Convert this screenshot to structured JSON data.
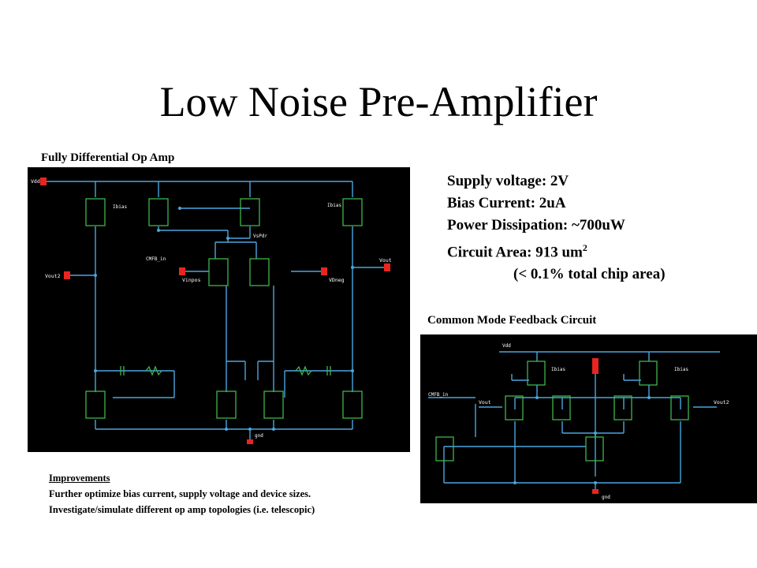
{
  "title": "Low Noise Pre-Amplifier",
  "opamp": {
    "caption": "Fully Differential Op Amp",
    "labels": {
      "vdd": "Vdd",
      "ibias_l": "Ibias",
      "ibias_r": "Ibias",
      "vsp": "VsPdr",
      "cmfb_in": "CMFB_in",
      "vinp": "Vinpos",
      "vinn": "VDneg",
      "vout": "Vout",
      "vout2": "Vout2",
      "gnd": "gnd"
    }
  },
  "specs": {
    "supply": "Supply voltage: 2V",
    "bias": "Bias Current: 2uA",
    "power": "Power Dissipation: ~700uW",
    "area": "Circuit Area: 913 um",
    "area_sup": "2",
    "area_note": "(< 0.1% total chip area)"
  },
  "cmfb": {
    "caption": "Common Mode Feedback Circuit",
    "labels": {
      "vdd": "Vdd",
      "ibias_l": "Ibias",
      "ibias_r": "Ibias",
      "cmfb_in": "CMFB_in",
      "vout": "Vout",
      "vout2": "Vout2",
      "gnd": "gnd"
    }
  },
  "improvements": {
    "heading": "Improvements",
    "items": [
      "Further optimize bias current, supply voltage and device sizes.",
      "Investigate/simulate  different op amp topologies (i.e. telescopic)"
    ]
  },
  "colors": {
    "background": "#000000",
    "wire": "#4aa6e0",
    "device": "#3fb54a",
    "pin": "#e8251f",
    "text": "#ffffff"
  }
}
